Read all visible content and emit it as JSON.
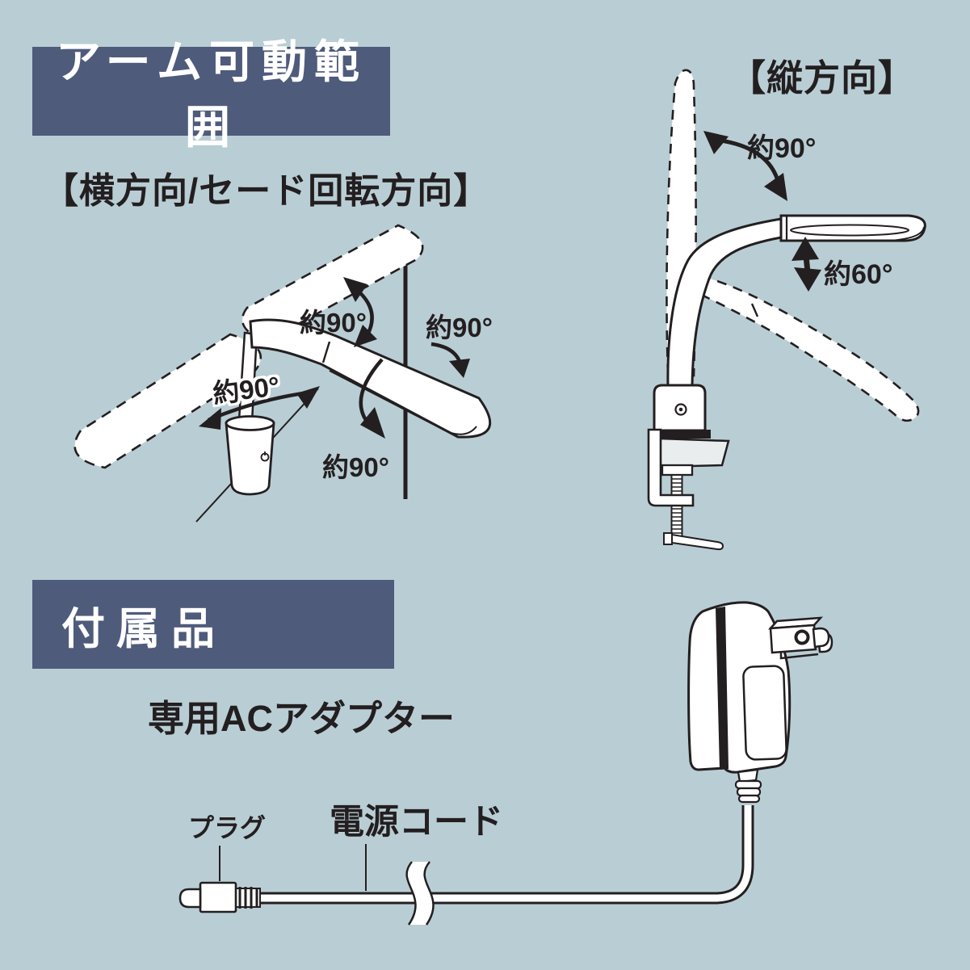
{
  "colors": {
    "background": "#b9cdd4",
    "heading_panel": "#4f5b7b",
    "ink": "#231f20",
    "line_art_fill": "#ffffff",
    "table_fill": "#e9edee"
  },
  "arm_range": {
    "title": "アーム可動範囲",
    "horizontal": {
      "heading": "【横方向/セード回転方向】",
      "labels": {
        "arm_swing": "約90°",
        "pole_rotation": "約90°",
        "base_rotation": "約90°",
        "shade_rotation": "約90°"
      }
    },
    "vertical": {
      "heading": "【縦方向】",
      "labels": {
        "arm_tilt": "約90°",
        "shade_tilt": "約60°"
      }
    }
  },
  "accessories": {
    "title": "付属品",
    "item_name": "専用ACアダプター",
    "labels": {
      "plug": "プラグ",
      "power_cord": "電源コード"
    }
  }
}
